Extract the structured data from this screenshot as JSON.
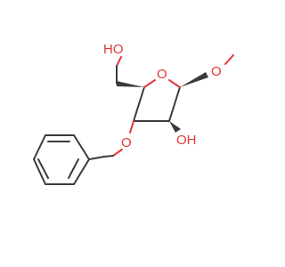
{
  "molecule": {
    "atoms": {
      "o_ring": "O",
      "o_methoxy": "O",
      "oh_ring": "OH",
      "oh_top": "HO",
      "o_benzyl": "O"
    },
    "colors": {
      "bond": "#3b3b3b",
      "oxygen": "#e03a3a",
      "background": "#ffffff"
    }
  }
}
